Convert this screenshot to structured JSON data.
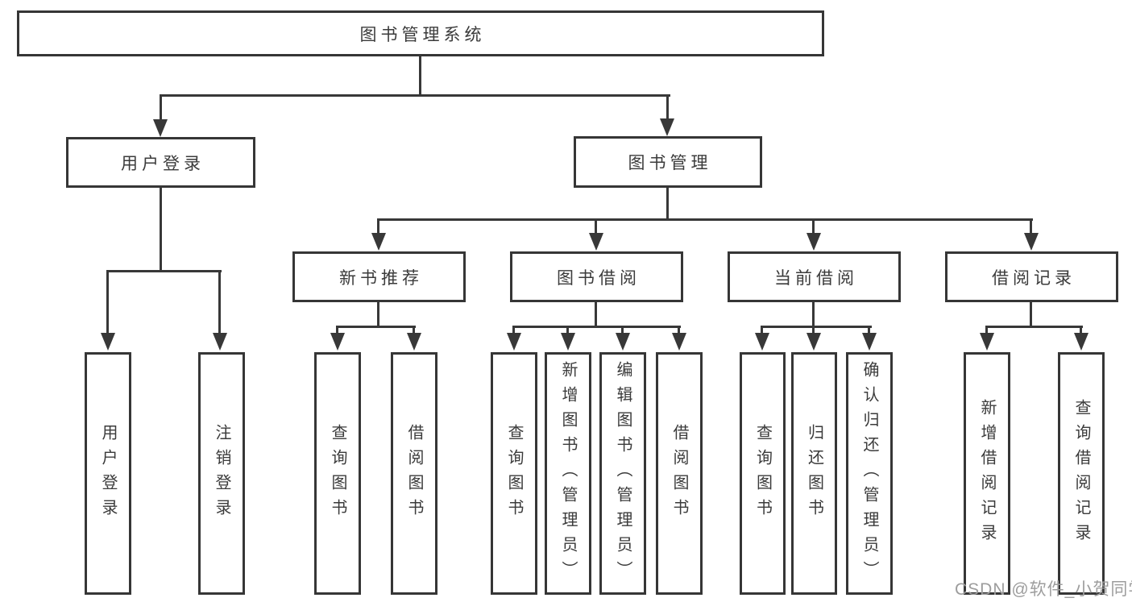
{
  "diagram": {
    "root": "图书管理系统",
    "level2": {
      "user_login": "用户登录",
      "book_management": "图书管理"
    },
    "level3": {
      "new_book_recommend": "新书推荐",
      "book_borrow": "图书借阅",
      "current_borrow": "当前借阅",
      "borrow_records": "借阅记录"
    },
    "leaves": {
      "user_login": "用户登录",
      "logout": "注销登录",
      "nb_query_books": "查询图书",
      "nb_borrow_books": "借阅图书",
      "bb_query_books": "查询图书",
      "bb_add_books": "新增图书（管理员）",
      "bb_edit_books": "编辑图书（管理员）",
      "bb_borrow_books": "借阅图书",
      "cb_query_books": "查询图书",
      "cb_return_books": "归还图书",
      "cb_confirm_return": "确认归还（管理员）",
      "br_add_record": "新增借阅记录",
      "br_query_record": "查询借阅记录"
    },
    "colors": {
      "line": "#383838",
      "text": "#3b3b3b",
      "watermark": "#9d9d9d",
      "background": "#ffffff"
    }
  },
  "watermark": "CSDN @软件_小贺同学"
}
